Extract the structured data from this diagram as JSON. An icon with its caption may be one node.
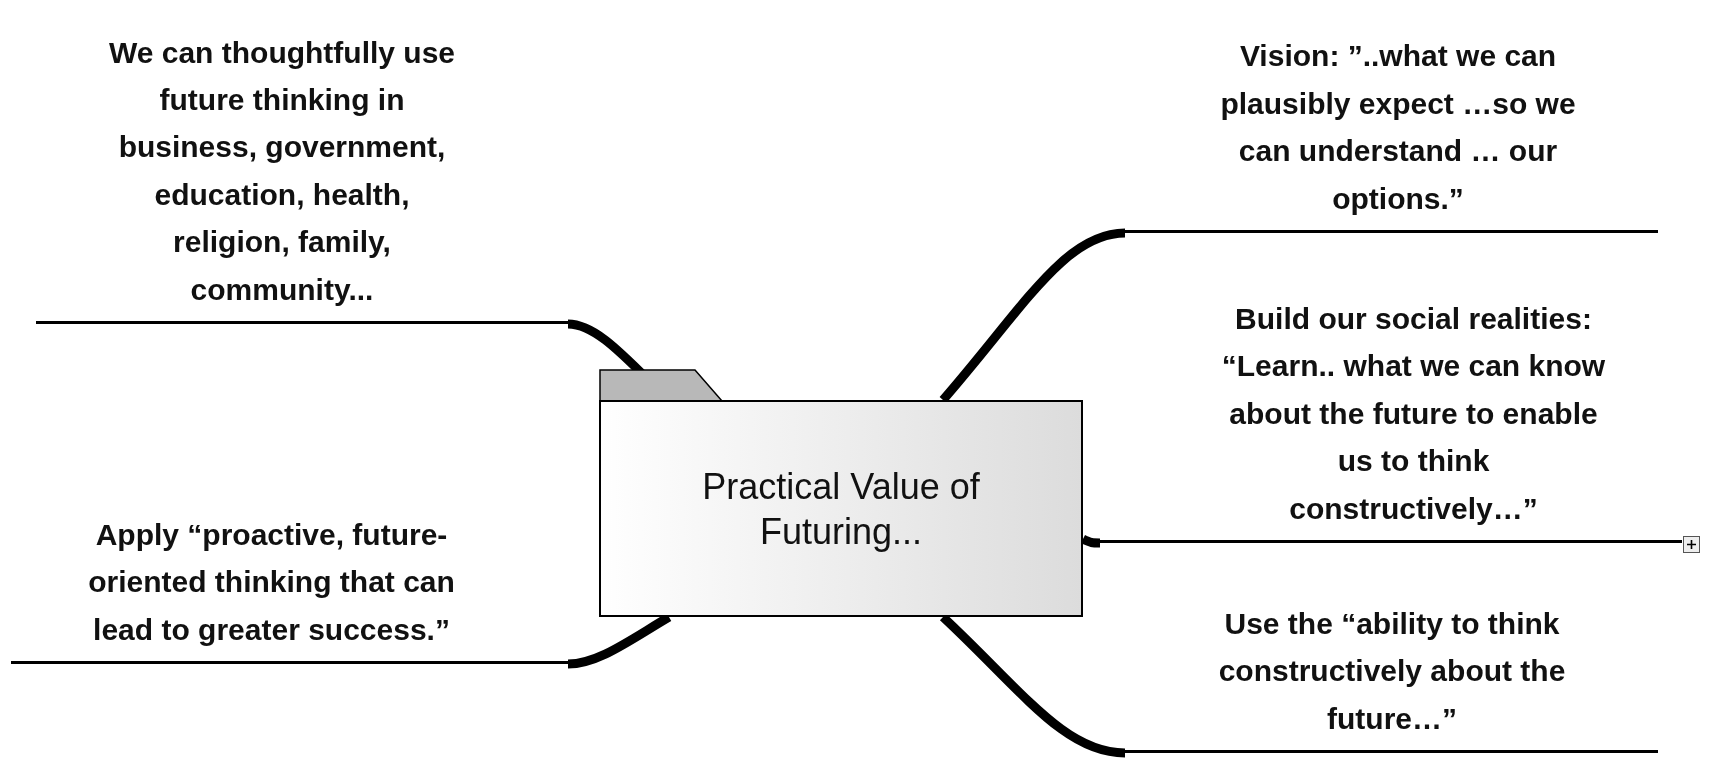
{
  "diagram": {
    "nodes": [
      {
        "text": [
          "Practical Value of Futuring..."
        ]
      },
      {
        "text": [
          "We can thoughtfully use future thinking in business, government, education, health, religion, family, community..."
        ]
      },
      {
        "text": [
          "Apply “proactive, future-oriented thinking that can lead to greater success.”"
        ]
      },
      {
        "text": [
          "Vision: ”..what we can plausibly expect …so we can understand … our options.”"
        ]
      },
      {
        "text": [
          "Build our social realities: “Learn.. what we can know about the future to enable us to think constructively…”"
        ]
      },
      {
        "text": [
          "Use the “ability to think constructively about the future…”"
        ]
      }
    ],
    "edges": [
      {
        "from": 0,
        "to": 1,
        "arrow": "none"
      },
      {
        "from": 0,
        "to": 2,
        "arrow": "none"
      },
      {
        "from": 0,
        "to": 3,
        "arrow": "none"
      },
      {
        "from": 0,
        "to": 4,
        "arrow": "none"
      },
      {
        "from": 0,
        "to": 5,
        "arrow": "none"
      }
    ]
  }
}
